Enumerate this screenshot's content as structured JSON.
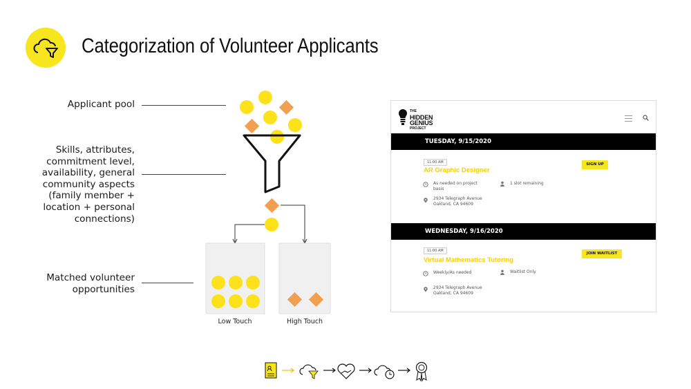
{
  "header": {
    "title": "Categorization of Volunteer Applicants",
    "icon": "cloud-funnel-icon",
    "accent_color": "#f7e51e"
  },
  "labels": {
    "pool": "Applicant pool",
    "skills": "Skills, attributes,\ncommitment level,\navailability, general\ncommunity aspects\n(family member +\nlocation + personal\nconnections)",
    "matched": "Matched volunteer\nopportunities"
  },
  "buckets": {
    "low_touch": "Low Touch",
    "high_touch": "High Touch"
  },
  "colors": {
    "circle": "#fde11b",
    "diamond": "#f0a050",
    "bucket_bg": "#f0f0f0"
  },
  "card": {
    "logo": {
      "small_top": "THE",
      "line1": "HIDDEN",
      "line2": "GENIUS",
      "small_bottom": "PROJECT"
    },
    "days": [
      {
        "date": "TUESDAY, 9/15/2020",
        "time": "11:00 AM",
        "title": "AR Graphic Designer",
        "button": "SIGN UP",
        "schedule": "As needed on project\nbasis",
        "slots": "1 slot remaining",
        "address": "2934 Telegraph Avenue\nOakland, CA 94609"
      },
      {
        "date": "WEDNESDAY, 9/16/2020",
        "time": "11:00 AM",
        "title": "Virtual Mathematics Tutoring",
        "button": "JOIN WAITLIST",
        "schedule": "Weekly/As needed",
        "slots": "Waitlist Only",
        "address": "2934 Telegraph Avenue\nOakland, CA 94609"
      }
    ]
  },
  "footer_flow": {
    "steps": [
      "application-icon",
      "cloud-funnel-icon",
      "handshake-heart-icon",
      "cloud-clock-icon",
      "award-ribbon-icon"
    ]
  }
}
